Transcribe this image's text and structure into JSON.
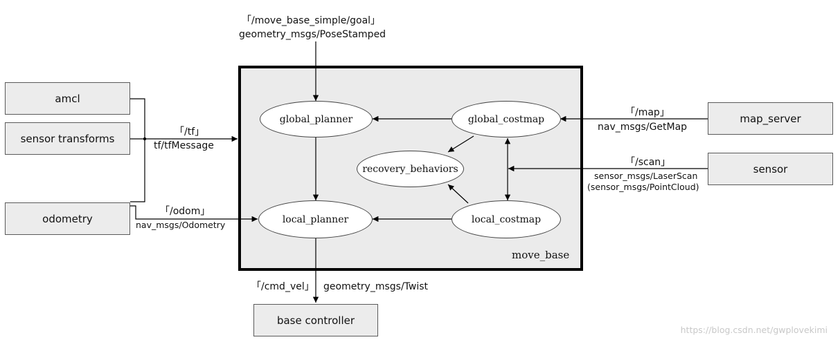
{
  "external_nodes": {
    "amcl": "amcl",
    "sensor_transforms": "sensor transforms",
    "odometry": "odometry",
    "map_server": "map_server",
    "sensor": "sensor",
    "base_controller": "base controller"
  },
  "move_base": {
    "label": "move_base",
    "nodes": {
      "global_planner": "global_planner",
      "global_costmap": "global_costmap",
      "recovery_behaviors": "recovery_behaviors",
      "local_planner": "local_planner",
      "local_costmap": "local_costmap"
    }
  },
  "edge_labels": {
    "goal_topic": "「/move_base_simple/goal」",
    "goal_type": "geometry_msgs/PoseStamped",
    "tf_topic": "「/tf」",
    "tf_type": "tf/tfMessage",
    "odom_topic": "「/odom」",
    "odom_type": "nav_msgs/Odometry",
    "map_topic": "「/map」",
    "map_type": "nav_msgs/GetMap",
    "scan_topic": "「/scan」",
    "scan_type": "sensor_msgs/LaserScan",
    "scan_type_alt": "(sensor_msgs/PointCloud)",
    "cmd_vel_topic": "「/cmd_vel」",
    "cmd_vel_type": "geometry_msgs/Twist"
  },
  "watermark": "https://blog.csdn.net/gwplovekimi"
}
